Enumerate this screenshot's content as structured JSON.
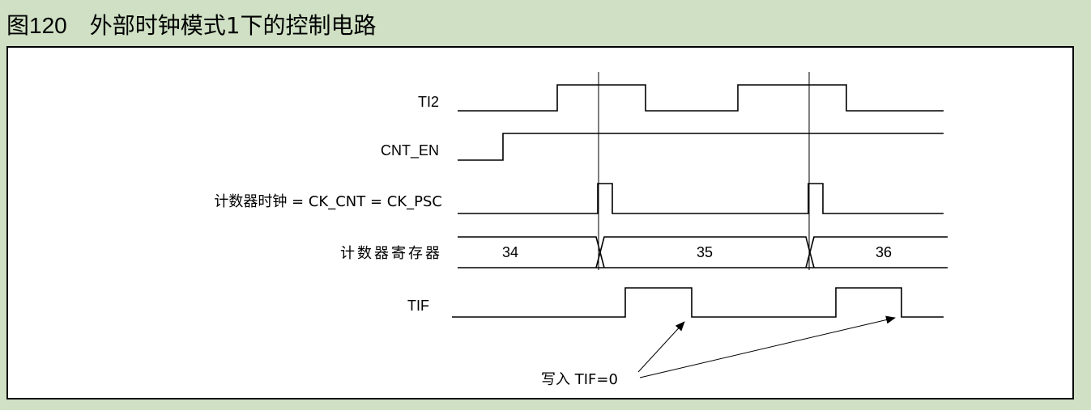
{
  "figure": {
    "number": "图120",
    "caption": "外部时钟模式1下的控制电路"
  },
  "signals": {
    "ti2": "TI2",
    "cnt_en": "CNT_EN",
    "counter_clock": "计数器时钟 = CK_CNT = CK_PSC",
    "counter_register": "计数器寄存器",
    "tif": "TIF"
  },
  "counter_values": [
    "34",
    "35",
    "36"
  ],
  "annotation": "写入 TIF=0"
}
